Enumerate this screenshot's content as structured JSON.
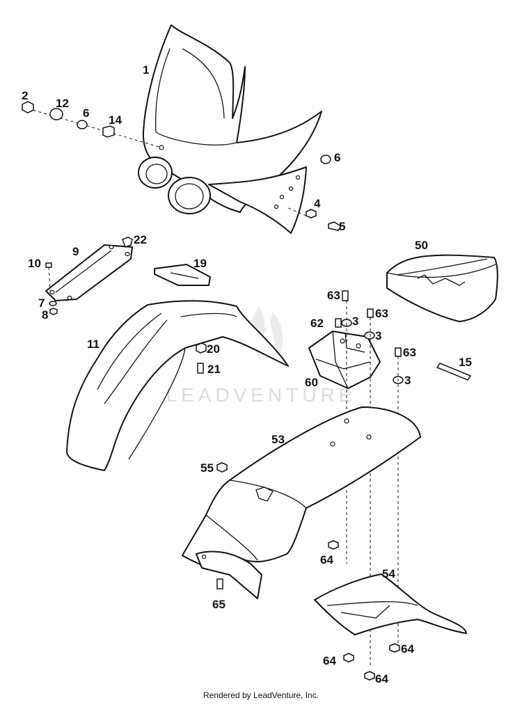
{
  "watermark": "LEADVENTURE",
  "footer": "Rendered by LeadVenture, Inc.",
  "callouts": {
    "c1": "1",
    "c2": "2",
    "c12": "12",
    "c6a": "6",
    "c14": "14",
    "c6b": "6",
    "c4": "4",
    "c5": "5",
    "c22": "22",
    "c9": "9",
    "c10": "10",
    "c19": "19",
    "c7": "7",
    "c8": "8",
    "c50": "50",
    "c11": "11",
    "c20": "20",
    "c21": "21",
    "c63a": "63",
    "c62": "62",
    "c3a": "3",
    "c63b": "63",
    "c3b": "3",
    "c63c": "63",
    "c60": "60",
    "c3c": "3",
    "c15": "15",
    "c53": "53",
    "c55": "55",
    "c64a": "64",
    "c54": "54",
    "c65": "65",
    "c64b": "64",
    "c64c": "64",
    "c64d": "64"
  }
}
